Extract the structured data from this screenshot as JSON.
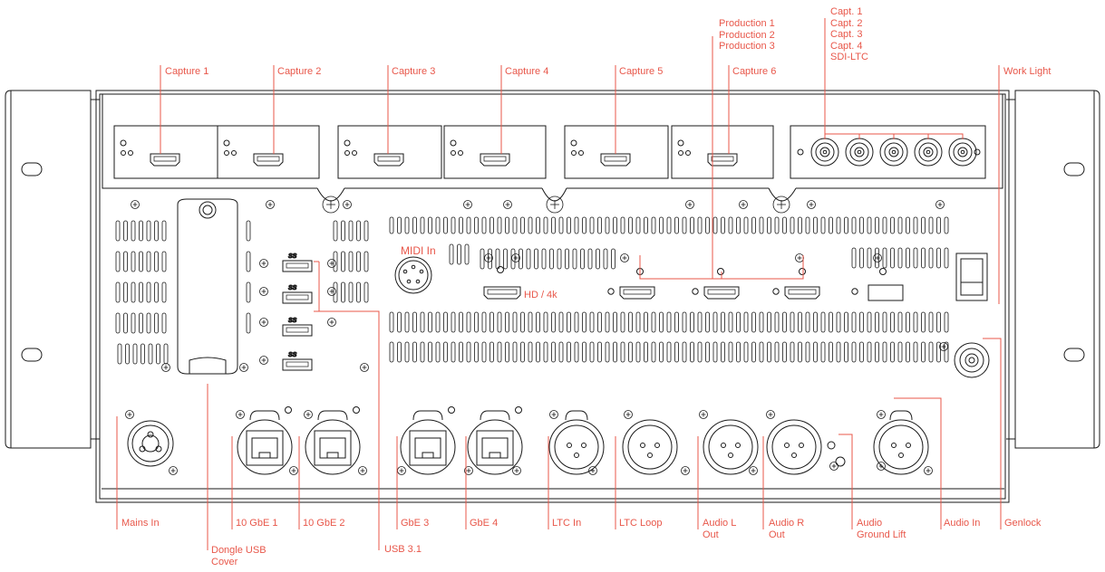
{
  "diagram": {
    "accent_color": "#e8574a",
    "line_color": "#1a1a1a",
    "labels": {
      "capture_1": "Capture 1",
      "capture_2": "Capture 2",
      "capture_3": "Capture 3",
      "capture_4": "Capture 4",
      "capture_5": "Capture 5",
      "capture_6": "Capture 6",
      "production": [
        "Production 1",
        "Production 2",
        "Production 3"
      ],
      "sdi": [
        "Capt. 1",
        "Capt. 2",
        "Capt. 3",
        "Capt. 4",
        "SDI-LTC"
      ],
      "work_light": "Work Light",
      "midi_in": "MIDI In",
      "hd_4k": "HD / 4k",
      "mains_in": "Mains In",
      "dongle_usb_cover": [
        "Dongle USB",
        "Cover"
      ],
      "gbe10_1": "10 GbE 1",
      "gbe10_2": "10 GbE 2",
      "usb31": "USB 3.1",
      "gbe_3": "GbE 3",
      "gbe_4": "GbE 4",
      "ltc_in": "LTC In",
      "ltc_loop": "LTC Loop",
      "audio_l_out": [
        "Audio L",
        "Out"
      ],
      "audio_r_out": [
        "Audio R",
        "Out"
      ],
      "audio_ground_lift": [
        "Audio",
        "Ground Lift"
      ],
      "audio_in": "Audio In",
      "genlock": "Genlock"
    },
    "usb_badge": "SS"
  }
}
